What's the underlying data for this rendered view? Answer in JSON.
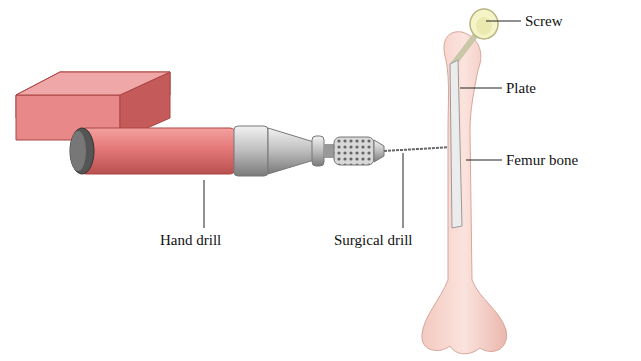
{
  "diagram": {
    "labels": [
      "Screw",
      "Plate",
      "Femur bone",
      "Hand drill",
      "Surgical drill"
    ]
  }
}
